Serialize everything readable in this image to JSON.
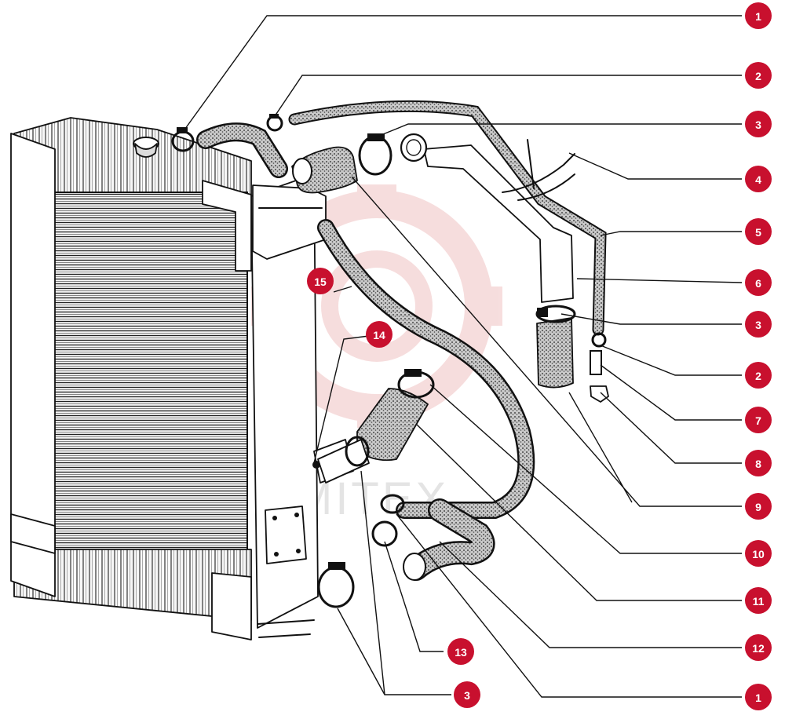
{
  "callouts": [
    {
      "label": "1"
    },
    {
      "label": "2"
    },
    {
      "label": "3"
    },
    {
      "label": "4"
    },
    {
      "label": "5"
    },
    {
      "label": "6"
    },
    {
      "label": "3"
    },
    {
      "label": "2"
    },
    {
      "label": "7"
    },
    {
      "label": "8"
    },
    {
      "label": "9"
    },
    {
      "label": "10"
    },
    {
      "label": "11"
    },
    {
      "label": "12"
    },
    {
      "label": "1"
    },
    {
      "label": "15"
    },
    {
      "label": "14"
    },
    {
      "label": "13"
    },
    {
      "label": "3"
    }
  ],
  "watermark": {
    "text": "MITEX"
  },
  "colors": {
    "badge": "#c8102e",
    "ink": "#111111",
    "watermark": "#e8a0a0"
  }
}
